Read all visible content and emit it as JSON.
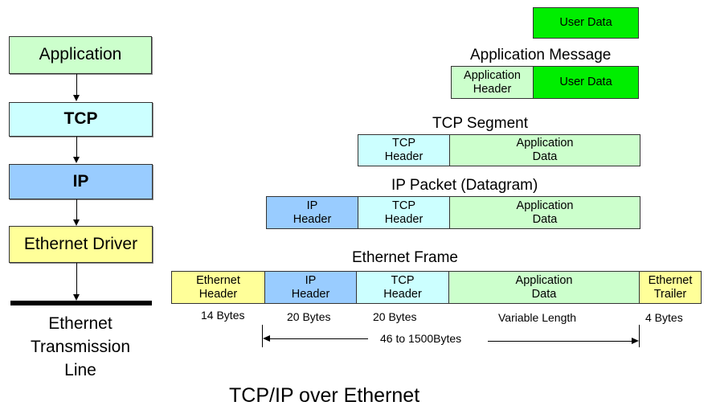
{
  "stack": {
    "layers": [
      {
        "label": "Application",
        "color": "#ccffcc"
      },
      {
        "label": "TCP",
        "color": "#ccffff"
      },
      {
        "label": "IP",
        "color": "#99ccff"
      },
      {
        "label": "Ethernet Driver",
        "color": "#ffff99"
      }
    ],
    "medium_label_lines": [
      "Ethernet",
      "Transmission",
      "Line"
    ]
  },
  "encapsulation": {
    "user_data": {
      "label": "User Data"
    },
    "application_message": {
      "title": "Application Message",
      "cells": [
        {
          "lines": [
            "Application",
            "Header"
          ]
        },
        {
          "lines": [
            "User Data"
          ]
        }
      ]
    },
    "tcp_segment": {
      "title": "TCP Segment",
      "cells": [
        {
          "lines": [
            "TCP",
            "Header"
          ]
        },
        {
          "lines": [
            "Application",
            "Data"
          ]
        }
      ]
    },
    "ip_packet": {
      "title": "IP Packet (Datagram)",
      "cells": [
        {
          "lines": [
            "IP",
            "Header"
          ]
        },
        {
          "lines": [
            "TCP",
            "Header"
          ]
        },
        {
          "lines": [
            "Application",
            "Data"
          ]
        }
      ]
    },
    "ethernet_frame": {
      "title": "Ethernet Frame",
      "cells": [
        {
          "lines": [
            "Ethernet",
            "Header"
          ],
          "size": "14 Bytes"
        },
        {
          "lines": [
            "IP",
            "Header"
          ],
          "size": "20 Bytes"
        },
        {
          "lines": [
            "TCP",
            "Header"
          ],
          "size": "20 Bytes"
        },
        {
          "lines": [
            "Application",
            "Data"
          ],
          "size": "Variable Length"
        },
        {
          "lines": [
            "Ethernet",
            "Trailer"
          ],
          "size": "4 Bytes"
        }
      ],
      "range_label": "46 to 1500Bytes"
    }
  },
  "colors": {
    "application": "#ccffcc",
    "tcp": "#ccffff",
    "ip": "#99ccff",
    "ethernet": "#ffff99",
    "user_data": "#00ee00"
  },
  "caption": "TCP/IP over Ethernet"
}
